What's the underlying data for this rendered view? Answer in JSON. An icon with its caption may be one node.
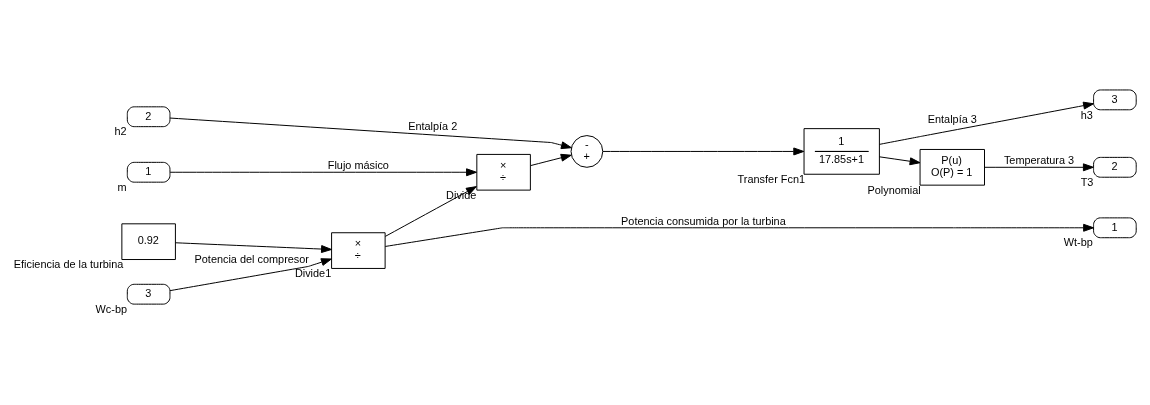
{
  "diagram": {
    "nodes": [
      {
        "text": [
          "3"
        ],
        "beside": [
          "Wc-bp"
        ]
      },
      {
        "text": [
          "0.92"
        ],
        "beside": [
          "Eficiencia de la turbina"
        ]
      },
      {
        "text": [
          "×",
          "÷"
        ],
        "beside": [
          "Divide1"
        ]
      },
      {
        "text": [
          "1"
        ],
        "beside": [
          "m"
        ]
      },
      {
        "text": [
          "2"
        ],
        "beside": [
          "h2"
        ]
      },
      {
        "text": [
          "×",
          "÷"
        ],
        "beside": [
          "Divide"
        ]
      },
      {
        "text": [
          "-",
          "+"
        ]
      },
      {
        "text": [
          "1",
          "17.85s+1"
        ],
        "beside": [
          "Transfer Fcn1"
        ]
      },
      {
        "text": [
          "P(u)",
          "O(P) = 1"
        ],
        "beside": [
          "Polynomial"
        ]
      },
      {
        "text": [
          "1"
        ],
        "beside": [
          "Wt-bp"
        ]
      },
      {
        "text": [
          "3"
        ],
        "beside": [
          "h3"
        ]
      },
      {
        "text": [
          "2"
        ],
        "beside": [
          "T3"
        ]
      }
    ],
    "edges": [
      {
        "from": 0,
        "to": 2,
        "arrow": "to",
        "label": "Potencia del compresor"
      },
      {
        "from": 1,
        "to": 2,
        "arrow": "to"
      },
      {
        "from": 2,
        "to": 9,
        "arrow": "to",
        "label": "Potencia consumida por la turbina"
      },
      {
        "from": 2,
        "to": 5,
        "arrow": "to"
      },
      {
        "from": 3,
        "to": 5,
        "arrow": "to",
        "label": "Flujo másico"
      },
      {
        "from": 5,
        "to": 6,
        "arrow": "to"
      },
      {
        "from": 4,
        "to": 6,
        "arrow": "to",
        "label": "Entalpía 2"
      },
      {
        "from": 6,
        "to": 7,
        "arrow": "to"
      },
      {
        "from": 7,
        "to": 10,
        "arrow": "to",
        "label": "Entalpía 3"
      },
      {
        "from": 7,
        "to": 8,
        "arrow": "to"
      },
      {
        "from": 8,
        "to": 11,
        "arrow": "to",
        "label": "Temperatura 3"
      }
    ]
  }
}
